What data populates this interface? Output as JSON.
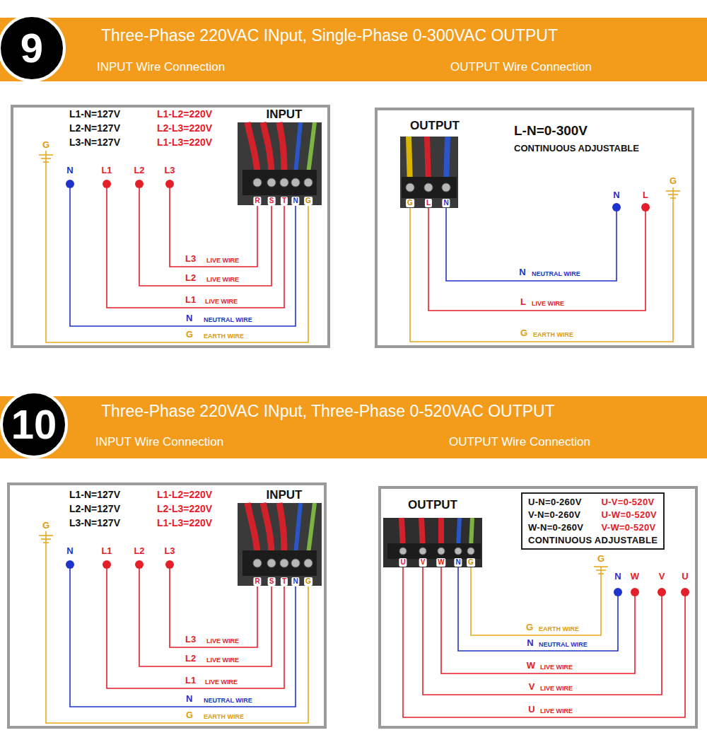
{
  "diagram": {
    "nodes": [
      {
        "text": [
          "Three-Phase 220VAC INput, Single-Phase 0-300VAC OUTPUT",
          "INPUT Wire Connection",
          "OUTPUT Wire Connection"
        ]
      },
      {
        "text": [
          "9"
        ],
        "in": 0
      },
      {
        "text": [
          "Three-Phase 220VAC INput, Three-Phase 0-520VAC OUTPUT",
          "INPUT Wire Connection",
          "OUTPUT Wire Connection"
        ]
      },
      {
        "text": [
          "10"
        ],
        "in": 2
      },
      {
        "text": [
          "U-N=0-260V",
          "U-V=0-520V",
          "V-N=0-260V",
          "U-W=0-520V",
          "W-N=0-260V",
          "V-W=0-520V",
          "CONTINUOUS ADJUSTABLE"
        ]
      }
    ],
    "labels": [
      "L1-N=127V",
      "L1-L2=220V",
      "L2-N=127V",
      "L2-L3=220V",
      "L3-N=127V",
      "L1-L3=220V",
      "INPUT",
      "G",
      "N",
      "L1",
      "L2",
      "L3",
      "R",
      "S",
      "T",
      "N",
      "G",
      "L3",
      "LIVE WIRE",
      "L2",
      "LIVE WIRE",
      "L1",
      "LIVE WIRE",
      "N",
      "NEUTRAL WIRE",
      "G",
      "EARTH WIRE",
      "OUTPUT",
      "L-N=0-300V",
      "CONTINUOUS ADJUSTABLE",
      "G",
      "L",
      "N",
      "N",
      "L",
      "G",
      "N",
      "NEUTRAL WIRE",
      "L",
      "LIVE WIRE",
      "G",
      "EARTH WIRE",
      "L1-N=127V",
      "L1-L2=220V",
      "L2-N=127V",
      "L2-L3=220V",
      "L3-N=127V",
      "L1-L3=220V",
      "INPUT",
      "G",
      "N",
      "L1",
      "L2",
      "L3",
      "R",
      "S",
      "T",
      "N",
      "G",
      "L3",
      "LIVE WIRE",
      "L2",
      "LIVE WIRE",
      "L1",
      "LIVE WIRE",
      "N",
      "NEUTRAL WIRE",
      "G",
      "EARTH WIRE",
      "OUTPUT",
      "U",
      "V",
      "W",
      "N",
      "G",
      "G",
      "N",
      "W",
      "V",
      "U",
      "G",
      "EARTH WIRE",
      "N",
      "NEUTRAL WIRE",
      "W",
      "LIVE WIRE",
      "V",
      "LIVE WIRE",
      "U",
      "LIVE WIRE"
    ]
  }
}
